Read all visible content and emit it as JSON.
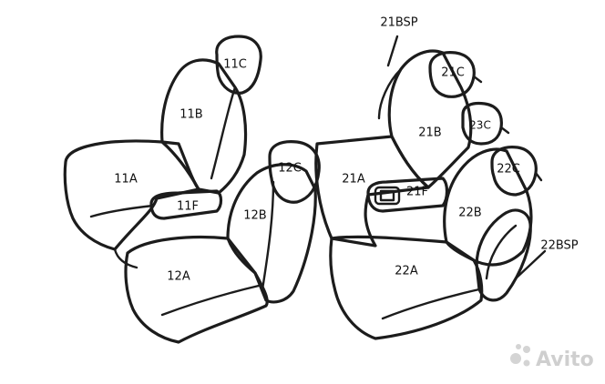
{
  "labels": {
    "l11C": "11C",
    "l11B": "11B",
    "l11A": "11A",
    "l11F": "11F",
    "l12C": "12C",
    "l12B": "12B",
    "l12A": "12A",
    "l21BSP": "21BSP",
    "l21C": "21C",
    "l21B": "21B",
    "l23C": "23C",
    "l21A": "21A",
    "l21F": "21F",
    "l22C": "22C",
    "l22B": "22B",
    "l22A": "22A",
    "l22BSP": "22BSP"
  },
  "watermark": {
    "text": "Avito",
    "icon": "avito-dots-icon"
  },
  "colors": {
    "line": "#1c1c1c",
    "watermark": "#cfcfcf"
  }
}
